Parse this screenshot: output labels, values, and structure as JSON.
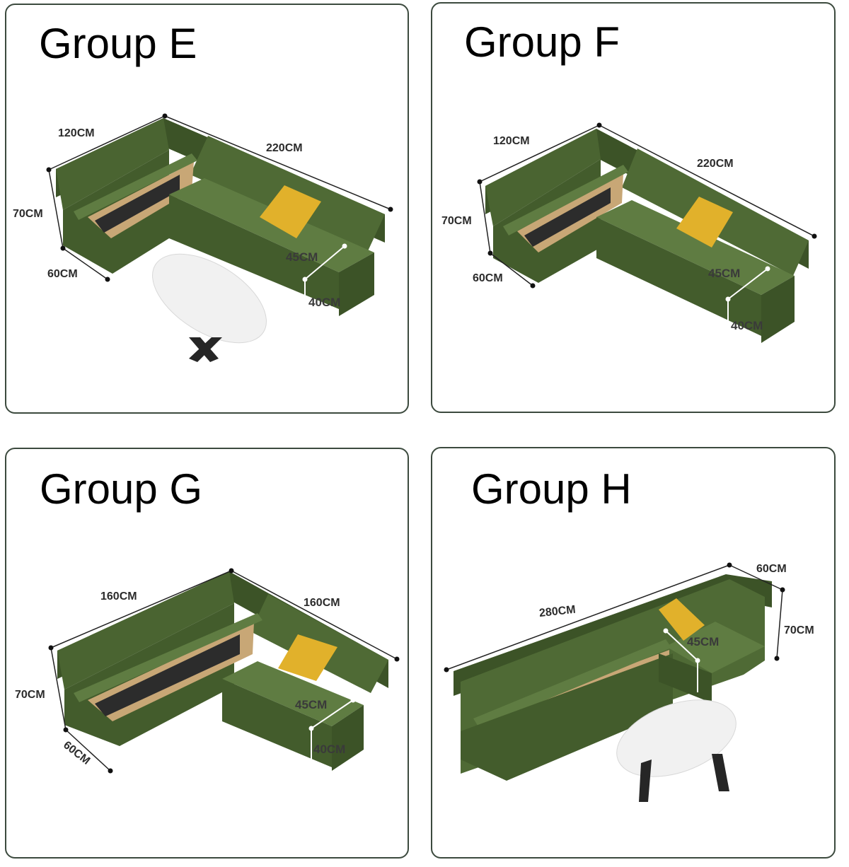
{
  "colors": {
    "border": "#3c4a3e",
    "fabric": "#4f6a35",
    "fabric_dark": "#3c5327",
    "fabric_light": "#5f7c42",
    "pillow": "#e1b12b",
    "marble": "#f1f1f1",
    "table_leg": "#262626"
  },
  "panels": [
    {
      "title": "Group E",
      "dims": {
        "back_left": "120CM",
        "back_right": "220CM",
        "height": "70CM",
        "depth": "60CM",
        "seat_depth": "45CM",
        "seat_height": "40CM"
      }
    },
    {
      "title": "Group F",
      "dims": {
        "back_left": "120CM",
        "back_right": "220CM",
        "height": "70CM",
        "depth": "60CM",
        "seat_depth": "45CM",
        "seat_height": "40CM"
      }
    },
    {
      "title": "Group G",
      "dims": {
        "back_left": "160CM",
        "back_right": "160CM",
        "height": "70CM",
        "depth": "60CM",
        "seat_depth": "45CM",
        "seat_height": "40CM"
      }
    },
    {
      "title": "Group H",
      "dims": {
        "length": "280CM",
        "depth": "60CM",
        "height": "70CM",
        "seat_depth": "45CM"
      }
    }
  ]
}
